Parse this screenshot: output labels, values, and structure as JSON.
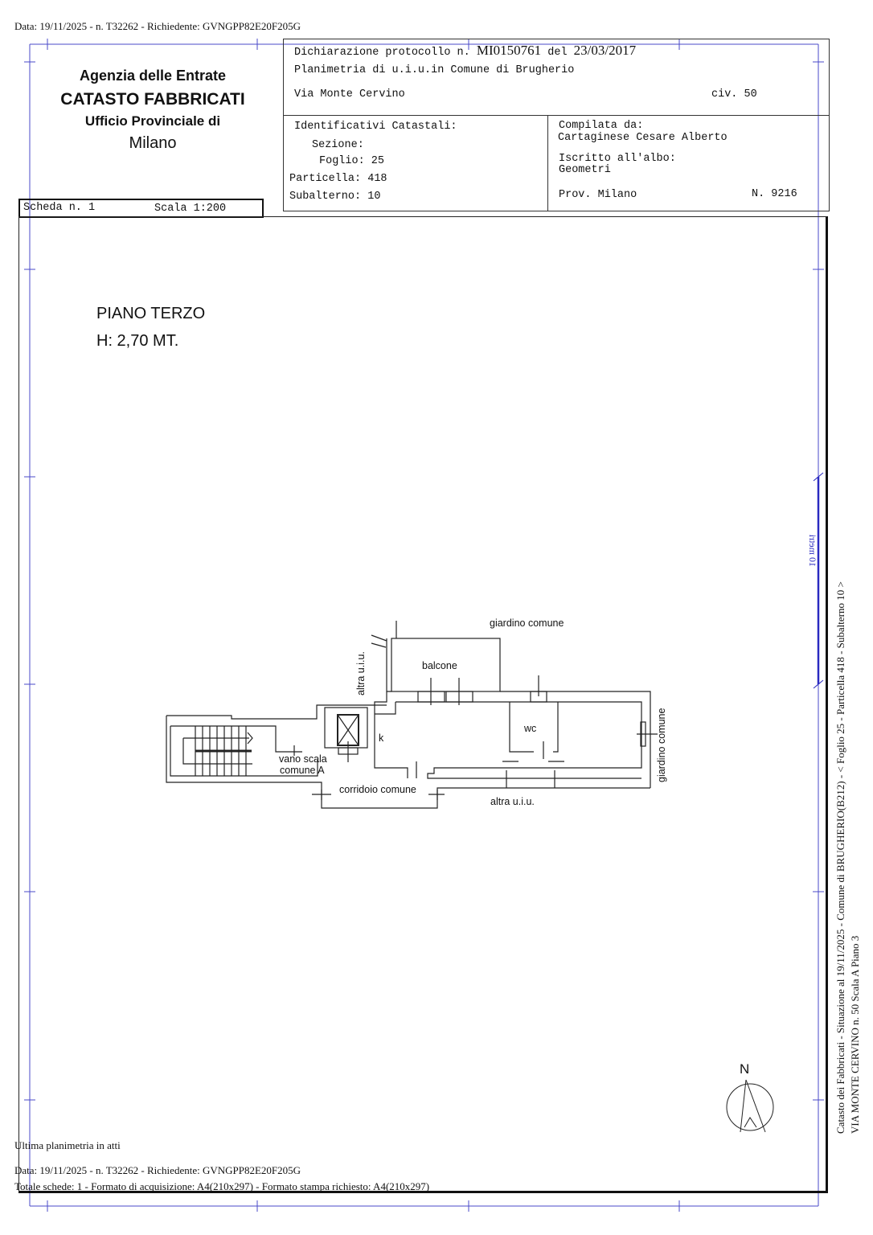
{
  "top_line": "Data: 19/11/2025 - n. T32262 - Richiedente: GVNGPP82E20F205G",
  "agency": {
    "line1": "Agenzia delle Entrate",
    "line2": "CATASTO FABBRICATI",
    "line3": "Ufficio Provinciale di",
    "line4": "Milano"
  },
  "header": {
    "dichiarazione_label": "Dichiarazione protocollo n.",
    "protocollo": "MI0150761",
    "del_label": "del",
    "date": "23/03/2017",
    "planimetria": "Planimetria di u.i.u.in Comune di Brugherio",
    "via": "Via Monte Cervino",
    "civ": "civ. 50"
  },
  "identificativi": {
    "title": "Identificativi Catastali:",
    "sezione": "Sezione:",
    "foglio": "Foglio: 25",
    "particella": "Particella: 418",
    "subalterno": "Subalterno: 10"
  },
  "compilata": {
    "title": "Compilata da:",
    "name": "Cartaginese Cesare Alberto",
    "albo_label": "Iscritto all'albo:",
    "albo": "Geometri",
    "prov": "Prov. Milano",
    "numero": "N. 9216"
  },
  "scheda": {
    "label": "Scheda n. 1",
    "scala": "Scala 1:200"
  },
  "plan": {
    "piano": "PIANO TERZO",
    "altezza": "H: 2,70 MT.",
    "labels": {
      "giardino_top": "giardino comune",
      "balcone": "balcone",
      "altra_left": "altra u.i.u.",
      "k": "k",
      "wc": "wc",
      "vano1": "vano scala",
      "vano2": "comune  A",
      "corridoio": "corridoio comune",
      "altra_bottom": "altra u.i.u.",
      "giardino_right": "giardino comune"
    },
    "north": "N"
  },
  "scale_bar": "10 metri",
  "side_text": {
    "line1": "Catasto dei Fabbricati - Situazione al 19/11/2025 - Comune di BRUGHERIO(B212) - <  Foglio 25 - Particella  418 - Subalterno 10 >",
    "line2": "VIA MONTE CERVINO n. 50  Scala A Piano 3"
  },
  "footer": {
    "ultima": "Ultima planimetria in atti",
    "data": "Data: 19/11/2025 - n. T32262 - Richiedente: GVNGPP82E20F205G",
    "totale": "Totale schede: 1 - Formato di acquisizione: A4(210x297)  - Formato stampa richiesto: A4(210x297)"
  }
}
